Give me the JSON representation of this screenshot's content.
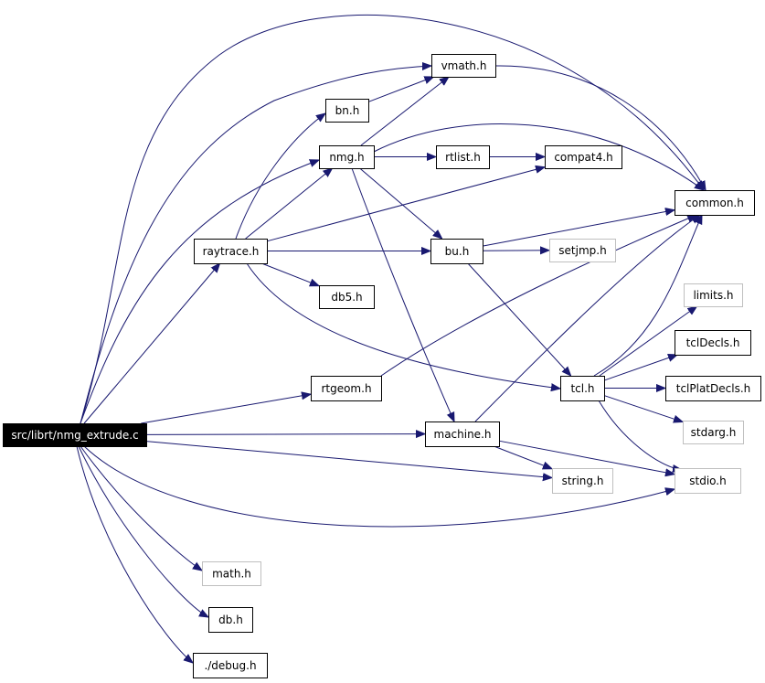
{
  "colors": {
    "edge": "#191970",
    "node_border": "#000000",
    "missing_border": "#bfbfbf",
    "root_fill": "#000000",
    "root_text": "#ffffff"
  },
  "nodes": [
    {
      "id": "nmg_extrude",
      "label": "src/librt/nmg_extrude.c",
      "style": "root"
    },
    {
      "id": "raytrace",
      "label": "raytrace.h",
      "style": "normal"
    },
    {
      "id": "vmath",
      "label": "vmath.h",
      "style": "normal"
    },
    {
      "id": "bn",
      "label": "bn.h",
      "style": "normal"
    },
    {
      "id": "nmg",
      "label": "nmg.h",
      "style": "normal"
    },
    {
      "id": "rtlist",
      "label": "rtlist.h",
      "style": "normal"
    },
    {
      "id": "compat4",
      "label": "compat4.h",
      "style": "normal"
    },
    {
      "id": "common",
      "label": "common.h",
      "style": "normal"
    },
    {
      "id": "bu",
      "label": "bu.h",
      "style": "normal"
    },
    {
      "id": "setjmp",
      "label": "setjmp.h",
      "style": "missing"
    },
    {
      "id": "db5",
      "label": "db5.h",
      "style": "normal"
    },
    {
      "id": "limits",
      "label": "limits.h",
      "style": "missing"
    },
    {
      "id": "tclDecls",
      "label": "tclDecls.h",
      "style": "normal"
    },
    {
      "id": "rtgeom",
      "label": "rtgeom.h",
      "style": "normal"
    },
    {
      "id": "tcl",
      "label": "tcl.h",
      "style": "normal"
    },
    {
      "id": "tclPlatDecls",
      "label": "tclPlatDecls.h",
      "style": "normal"
    },
    {
      "id": "stdarg",
      "label": "stdarg.h",
      "style": "missing"
    },
    {
      "id": "machine",
      "label": "machine.h",
      "style": "normal"
    },
    {
      "id": "stdio",
      "label": "stdio.h",
      "style": "missing"
    },
    {
      "id": "string",
      "label": "string.h",
      "style": "missing"
    },
    {
      "id": "math",
      "label": "math.h",
      "style": "missing"
    },
    {
      "id": "db",
      "label": "db.h",
      "style": "normal"
    },
    {
      "id": "debug",
      "label": "./debug.h",
      "style": "normal"
    }
  ],
  "edges": [
    {
      "from": "nmg_extrude",
      "to": "common"
    },
    {
      "from": "nmg_extrude",
      "to": "vmath"
    },
    {
      "from": "nmg_extrude",
      "to": "nmg"
    },
    {
      "from": "nmg_extrude",
      "to": "raytrace"
    },
    {
      "from": "nmg_extrude",
      "to": "rtgeom"
    },
    {
      "from": "nmg_extrude",
      "to": "machine"
    },
    {
      "from": "nmg_extrude",
      "to": "string"
    },
    {
      "from": "nmg_extrude",
      "to": "stdio"
    },
    {
      "from": "nmg_extrude",
      "to": "math"
    },
    {
      "from": "nmg_extrude",
      "to": "db"
    },
    {
      "from": "nmg_extrude",
      "to": "debug"
    },
    {
      "from": "raytrace",
      "to": "bn"
    },
    {
      "from": "raytrace",
      "to": "nmg"
    },
    {
      "from": "raytrace",
      "to": "compat4"
    },
    {
      "from": "raytrace",
      "to": "bu"
    },
    {
      "from": "raytrace",
      "to": "db5"
    },
    {
      "from": "raytrace",
      "to": "tcl"
    },
    {
      "from": "bn",
      "to": "vmath"
    },
    {
      "from": "nmg",
      "to": "vmath"
    },
    {
      "from": "nmg",
      "to": "common"
    },
    {
      "from": "nmg",
      "to": "rtlist"
    },
    {
      "from": "nmg",
      "to": "bu"
    },
    {
      "from": "nmg",
      "to": "machine"
    },
    {
      "from": "vmath",
      "to": "common"
    },
    {
      "from": "rtlist",
      "to": "compat4"
    },
    {
      "from": "bu",
      "to": "common"
    },
    {
      "from": "bu",
      "to": "setjmp"
    },
    {
      "from": "bu",
      "to": "tcl"
    },
    {
      "from": "rtgeom",
      "to": "common"
    },
    {
      "from": "tcl",
      "to": "common"
    },
    {
      "from": "tcl",
      "to": "limits"
    },
    {
      "from": "tcl",
      "to": "tclDecls"
    },
    {
      "from": "tcl",
      "to": "tclPlatDecls"
    },
    {
      "from": "tcl",
      "to": "stdarg"
    },
    {
      "from": "tcl",
      "to": "stdio"
    },
    {
      "from": "machine",
      "to": "common"
    },
    {
      "from": "machine",
      "to": "stdio"
    },
    {
      "from": "machine",
      "to": "string"
    }
  ]
}
